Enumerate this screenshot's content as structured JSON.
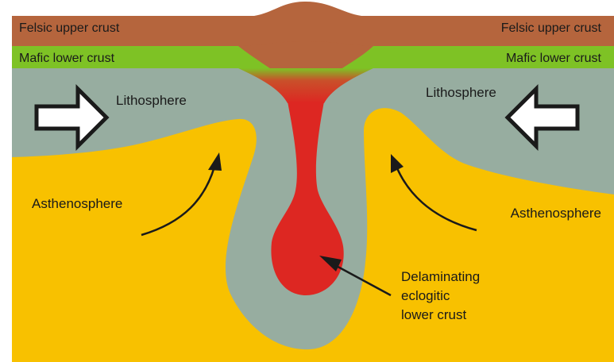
{
  "labels": {
    "felsic_left": "Felsic upper crust",
    "felsic_right": "Felsic upper crust",
    "mafic_left": "Mafic lower crust",
    "mafic_right": "Mafic lower crust",
    "lithosphere_left": "Lithosphere",
    "lithosphere_right": "Lithosphere",
    "asthenosphere_left": "Asthenosphere",
    "asthenosphere_right": "Asthenosphere",
    "delam_line1": "Delaminating",
    "delam_line2": "eclogitic",
    "delam_line3": "lower crust"
  },
  "colors": {
    "felsic_crust": "#b5653d",
    "mafic_crust": "#7ec225",
    "lithosphere": "#97ada0",
    "asthenosphere": "#f8c100",
    "eclogite": "#dd2722",
    "outline": "#1a1a1a"
  },
  "icons": {
    "left_arrow": "hollow-right-arrow",
    "right_arrow": "hollow-left-arrow",
    "flow_arrows": "curved-upward-arrow"
  }
}
